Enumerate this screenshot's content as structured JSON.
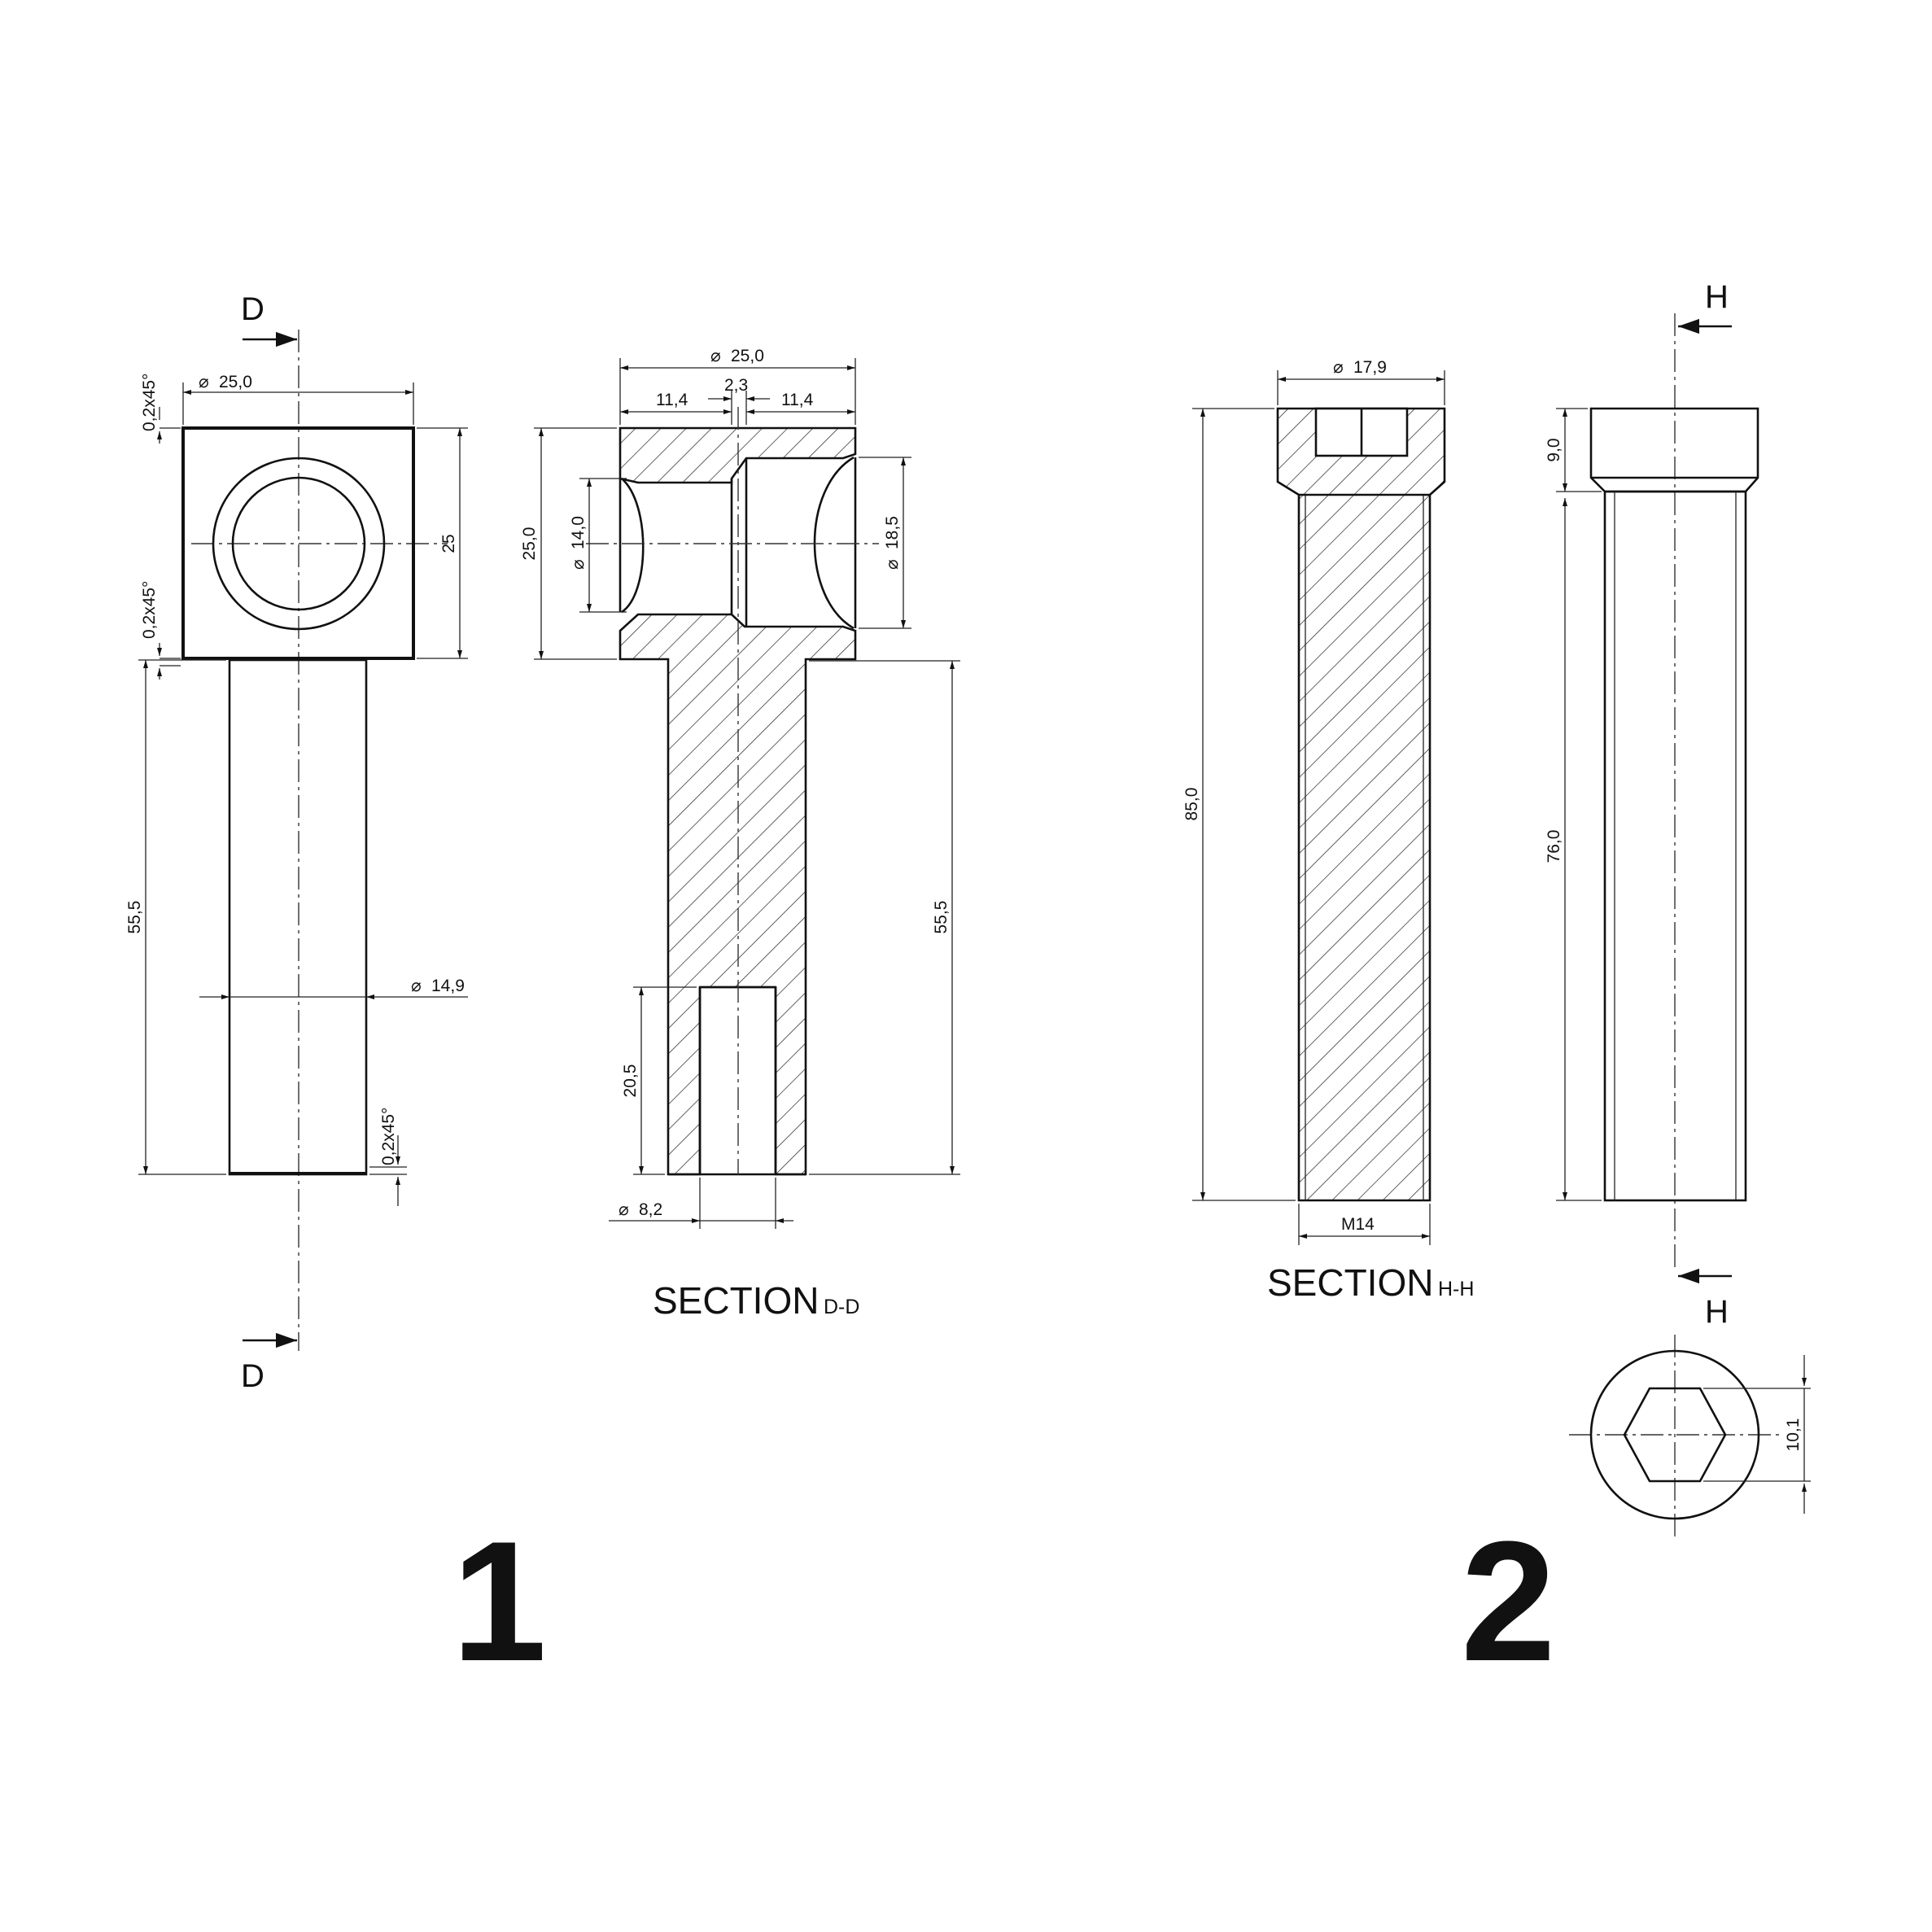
{
  "part1": {
    "label": "1",
    "section_letter": "D",
    "section_title": "SECTION",
    "section_name": "D-D",
    "front_view": {
      "head_diameter": "25,0",
      "chamfer_top": "0,2x45°",
      "chamfer_mid": "0,2x45°",
      "chamfer_bottom": "0,2x45°",
      "head_height": "25",
      "shaft_length": "55,5",
      "shaft_diameter": "14,9"
    },
    "section_view": {
      "outer_diameter": "25,0",
      "slot_width": "2,3",
      "left_offset": "11,4",
      "right_offset": "11,4",
      "head_height": "25,0",
      "left_bore": "14,0",
      "right_bore": "18,5",
      "shaft_length": "55,5",
      "hole_depth": "20,5",
      "hole_diameter": "8,2"
    }
  },
  "part2": {
    "label": "2",
    "section_letter": "H",
    "section_title": "SECTION",
    "section_name": "H-H",
    "section_view": {
      "head_diameter": "17,9",
      "total_length": "85,0",
      "thread": "M14"
    },
    "side_view": {
      "head_height": "9,0",
      "shaft_length": "76,0"
    },
    "end_view": {
      "hex_size": "10,1"
    }
  }
}
